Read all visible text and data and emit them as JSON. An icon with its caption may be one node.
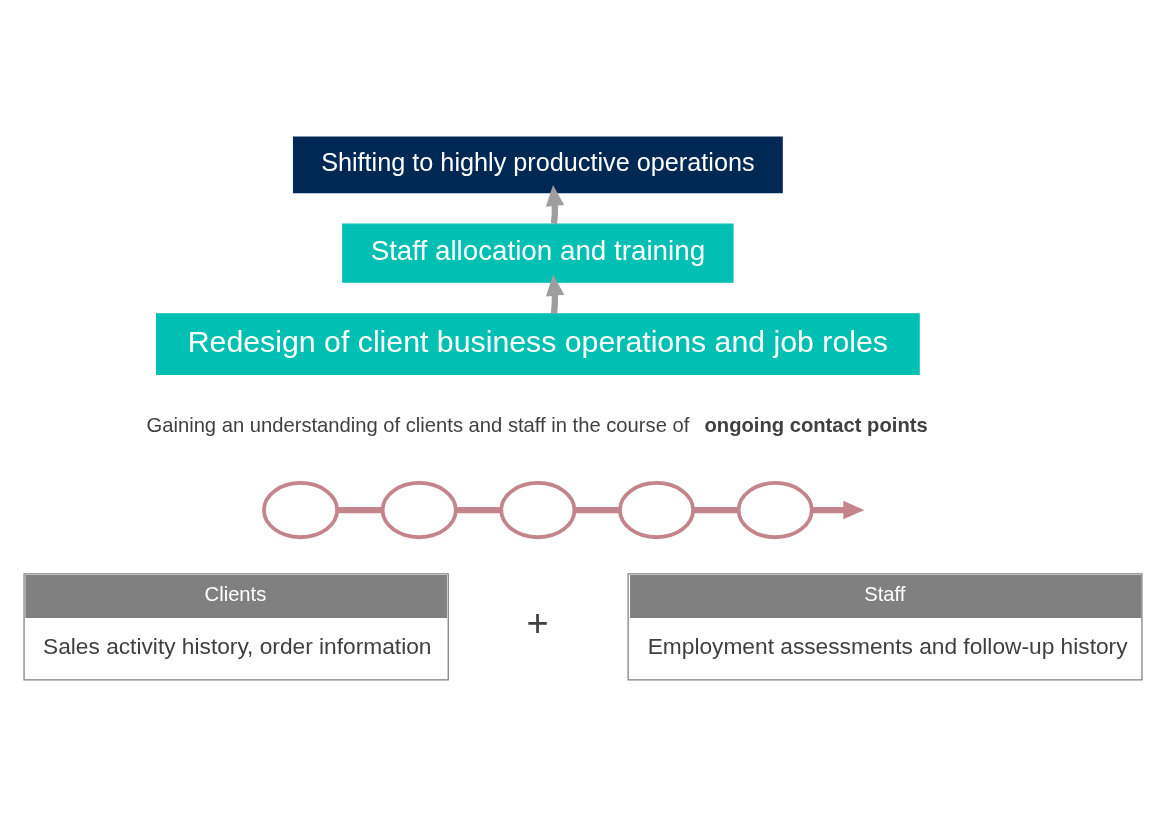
{
  "diagram": {
    "nodes": [
      {
        "text": [
          "Shifting to highly productive operations"
        ]
      },
      {
        "text": [
          "Staff allocation and training"
        ]
      },
      {
        "text": [
          "Redesign of client business operations and job roles"
        ]
      },
      {
        "text": [],
        "shape": "circle"
      },
      {
        "text": [],
        "shape": "circle"
      },
      {
        "text": [],
        "shape": "circle"
      },
      {
        "text": [],
        "shape": "circle"
      },
      {
        "text": [],
        "shape": "circle"
      },
      {
        "text": [
          "Clients",
          "Sales activity history, order information"
        ]
      },
      {
        "text": [
          "Staff",
          "Employment assessments and follow-up history"
        ]
      }
    ],
    "edges": [
      {
        "from": 2,
        "to": 1,
        "arrow": "to",
        "color": "#9e9e9e"
      },
      {
        "from": 1,
        "to": 0,
        "arrow": "to",
        "color": "#9e9e9e"
      },
      {
        "from": 3,
        "to": 4,
        "arrow": "none"
      },
      {
        "from": 4,
        "to": 5,
        "arrow": "none"
      },
      {
        "from": 5,
        "to": 6,
        "arrow": "none"
      },
      {
        "from": 6,
        "to": 7,
        "arrow": "none"
      },
      {
        "from": 7,
        "to": null,
        "arrow": "to"
      }
    ],
    "labels": [
      "Gaining an understanding of clients and staff in the course of **ongoing contact points**",
      "+"
    ]
  }
}
